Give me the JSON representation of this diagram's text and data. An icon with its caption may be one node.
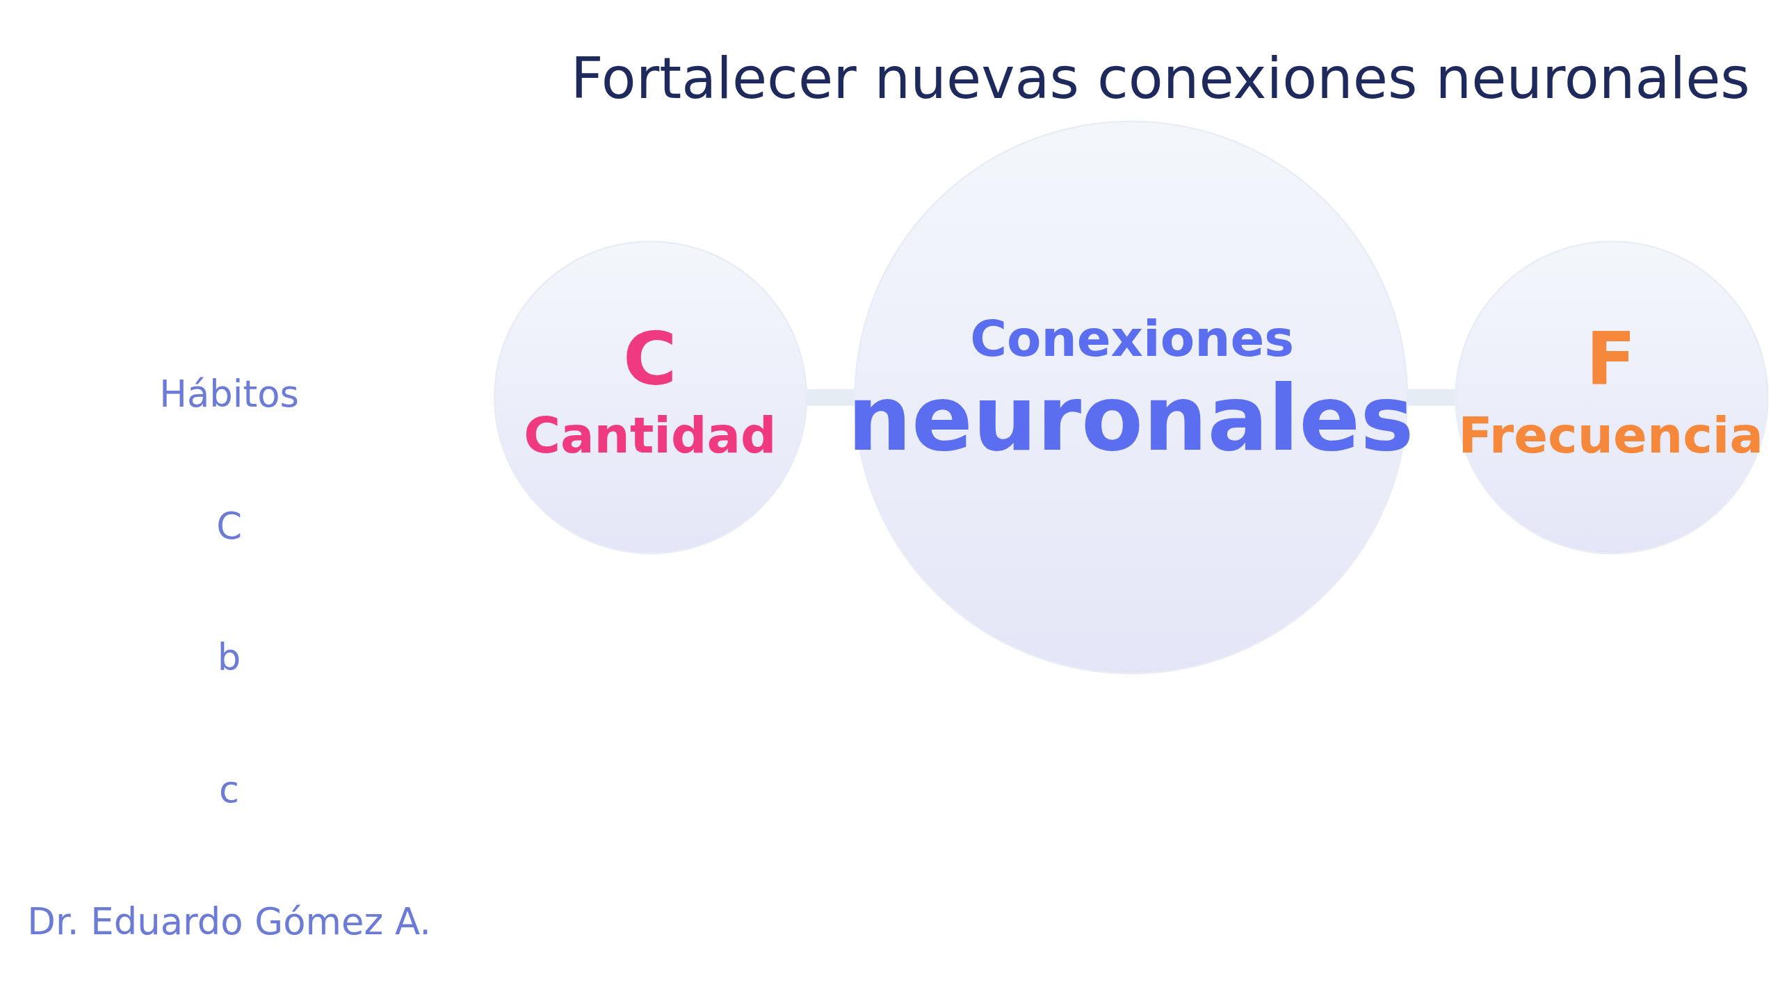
{
  "diagram": {
    "title": "Fortalecer nuevas conexiones neuronales",
    "nodes": [
      {
        "text": [
          "C",
          "Cantidad"
        ]
      },
      {
        "text": [
          "Conexiones",
          "neuronales"
        ]
      },
      {
        "text": [
          "F",
          "Frecuencia"
        ]
      }
    ],
    "edges": [
      {
        "from": 0,
        "to": 1,
        "arrow": "none"
      },
      {
        "from": 1,
        "to": 2,
        "arrow": "none"
      }
    ],
    "labels": [
      "Hábitos",
      "C",
      "b",
      "c",
      "Dr. Eduardo Gómez A."
    ]
  }
}
